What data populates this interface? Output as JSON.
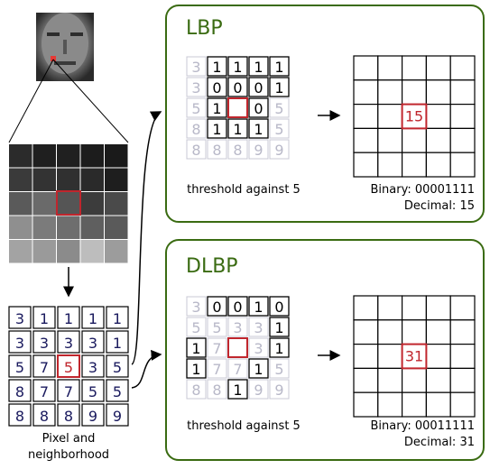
{
  "source": {
    "neighborhood_values": [
      [
        3,
        1,
        1,
        1,
        1
      ],
      [
        3,
        3,
        3,
        3,
        1
      ],
      [
        5,
        7,
        5,
        3,
        5
      ],
      [
        8,
        7,
        7,
        5,
        5
      ],
      [
        8,
        8,
        8,
        9,
        9
      ]
    ],
    "grayscale": [
      [
        "#2b2b2b",
        "#1f1f1f",
        "#202020",
        "#1c1c1c",
        "#1a1a1a"
      ],
      [
        "#3a3a3a",
        "#333333",
        "#303030",
        "#2a2a2a",
        "#1e1e1e"
      ],
      [
        "#5a5a5a",
        "#6a6a6a",
        "#555555",
        "#3c3c3c",
        "#4a4a4a"
      ],
      [
        "#8f8f8f",
        "#7b7b7b",
        "#6e6e6e",
        "#5f5f5f",
        "#5a5a5a"
      ],
      [
        "#a3a3a3",
        "#9a9a9a",
        "#8b8b8b",
        "#bdbdbd",
        "#9c9c9c"
      ]
    ],
    "caption_line1": "Pixel and",
    "caption_line2": "neighborhood"
  },
  "lbp": {
    "title": "LBP",
    "grid": [
      [
        "3",
        "1",
        "1",
        "1",
        "1"
      ],
      [
        "3",
        "0",
        "0",
        "0",
        "1"
      ],
      [
        "5",
        "1",
        "",
        "0",
        "5"
      ],
      [
        "8",
        "1",
        "1",
        "1",
        "5"
      ],
      [
        "8",
        "8",
        "8",
        "9",
        "9"
      ]
    ],
    "threshold_caption": "threshold against 5",
    "result_value": "15",
    "binary_text": "Binary: 00001111",
    "decimal_text": "Decimal: 15"
  },
  "dlbp": {
    "title": "DLBP",
    "grid": [
      [
        "3",
        "0",
        "0",
        "1",
        "0"
      ],
      [
        "5",
        "5",
        "3",
        "3",
        "1"
      ],
      [
        "1",
        "7",
        "",
        "3",
        "1"
      ],
      [
        "1",
        "7",
        "7",
        "1",
        "5"
      ],
      [
        "8",
        "8",
        "1",
        "9",
        "9"
      ]
    ],
    "threshold_caption": "threshold against 5",
    "result_value": "31",
    "binary_text": "Binary: 00011111",
    "decimal_text": "Decimal: 31"
  },
  "colors": {
    "panel_border": "#3a6b12",
    "highlight": "#c0262d",
    "number_dark": "#1a1a5e",
    "number_faded": "#b8b8c8"
  }
}
